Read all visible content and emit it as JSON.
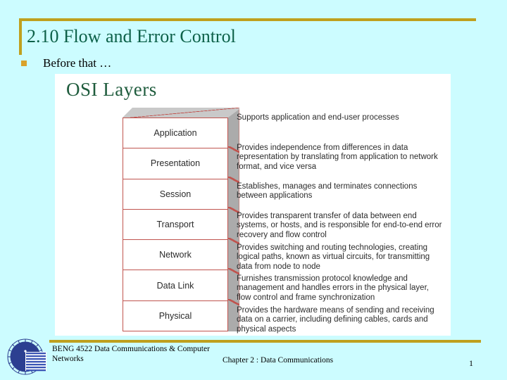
{
  "slide": {
    "title": "2.10 Flow and Error Control",
    "bullet": "Before that …",
    "bullet_marker": "square-bullet"
  },
  "figure": {
    "title": "OSI Layers",
    "layers": [
      {
        "name": "Application",
        "description": "Supports application and end-user processes"
      },
      {
        "name": "Presentation",
        "description": "Provides independence from differences in data representation by translating from application to network format, and vice versa"
      },
      {
        "name": "Session",
        "description": "Establishes, manages and terminates connections between applications"
      },
      {
        "name": "Transport",
        "description": "Provides transparent transfer of data between end systems, or hosts, and is responsible for end-to-end error recovery and flow control"
      },
      {
        "name": "Network",
        "description": "Provides switching and routing technologies, creating logical paths, known as virtual circuits, for transmitting data from node to node"
      },
      {
        "name": "Data Link",
        "description": "Furnishes transmission protocol knowledge and management and handles errors in the physical layer, flow control and frame synchronization"
      },
      {
        "name": "Physical",
        "description": "Provides the hardware means of sending and receiving data on a carrier, including defining cables, cards and physical aspects"
      }
    ]
  },
  "footer": {
    "course": "BENG 4522 Data Communications & Computer Networks",
    "chapter": "Chapter 2 : Data Communications",
    "page_number": "1",
    "logo": "university-seal-logo"
  },
  "colors": {
    "background": "#ccfcff",
    "accent_gold": "#bfa01e",
    "title_green": "#0d6149",
    "figure_title_green": "#1f5c3d",
    "layer_border_red": "#c0544f",
    "stack_side_gray": "#ababab",
    "bullet_gold": "#d9a22b",
    "logo_blue": "#2c3f91"
  }
}
